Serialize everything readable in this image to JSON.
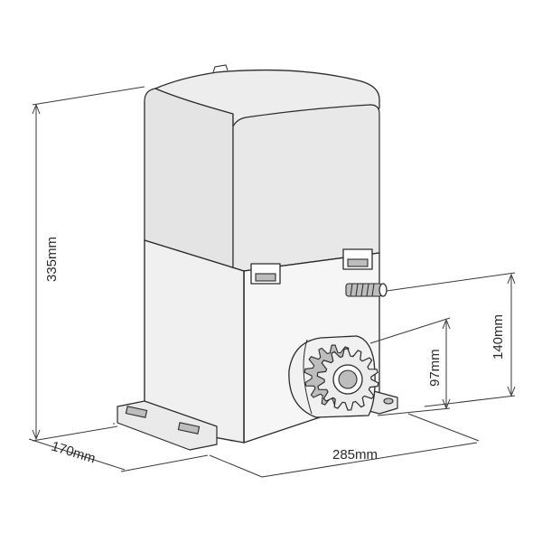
{
  "dimensions": {
    "height": "335mm",
    "depth": "170mm",
    "width": "285mm",
    "shaft_height": "140mm",
    "gear_height": "97mm"
  },
  "colors": {
    "line": "#2b2b2b",
    "body_top": "#e6e6e6",
    "body_lower": "#f4f4f4"
  }
}
